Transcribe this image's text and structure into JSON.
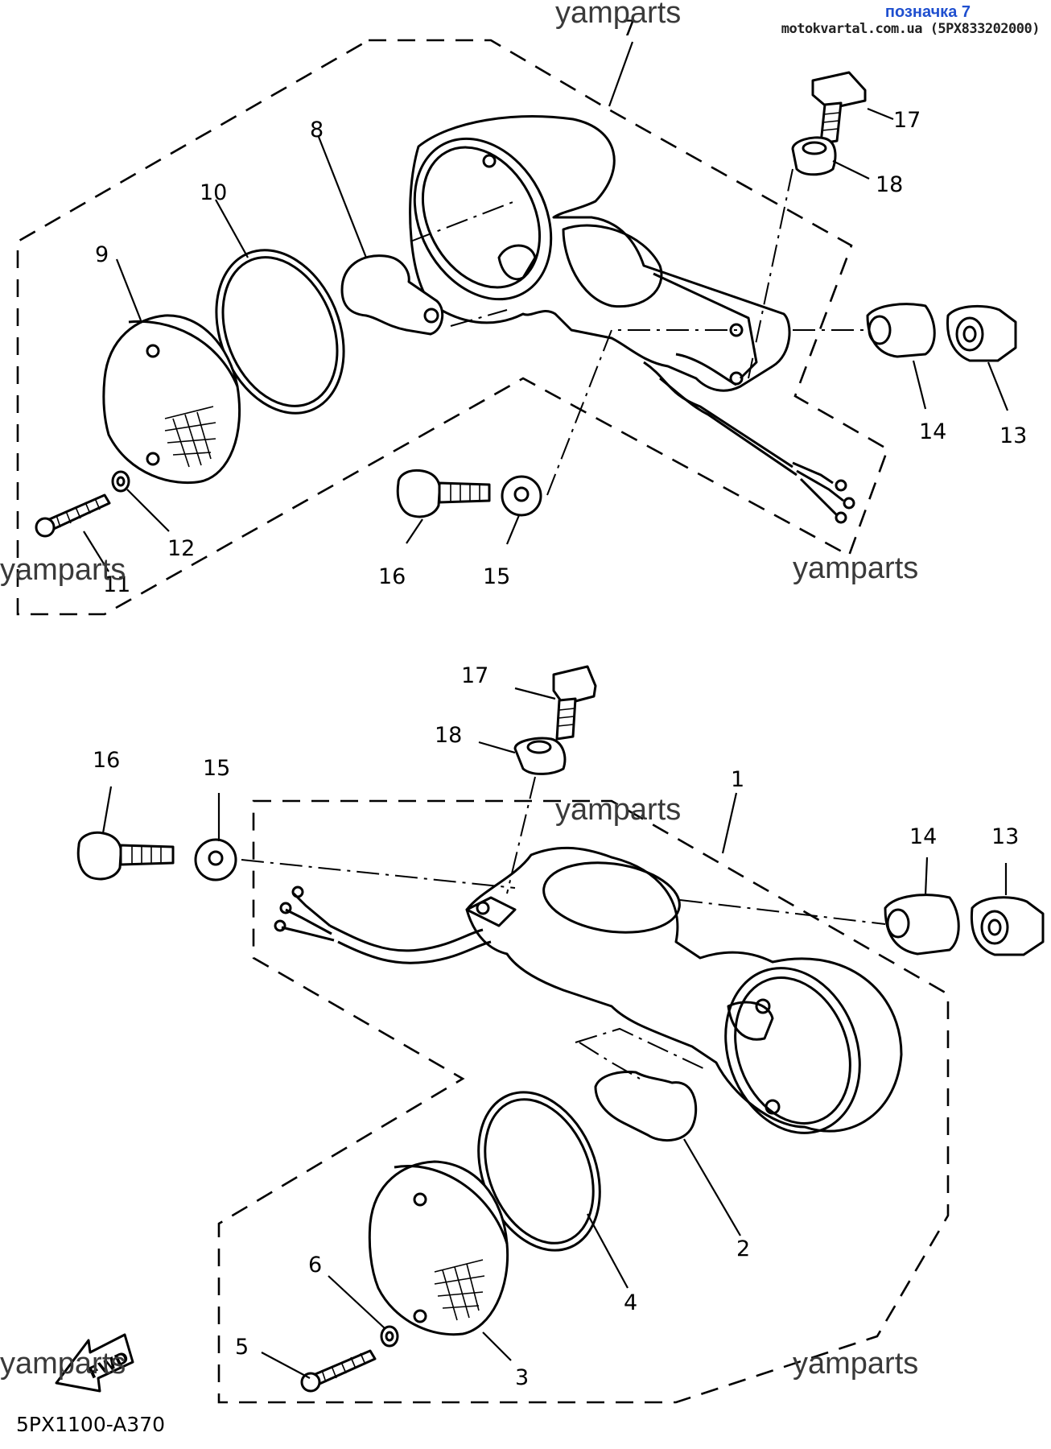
{
  "header": {
    "badge": "позначка 7",
    "site": "motokvartal.com.ua (5PX833202000)"
  },
  "watermark": "yamparts",
  "diagram_code": "5PX1100-A370",
  "fwd_label": "FWD",
  "callouts_top": [
    "7",
    "8",
    "9",
    "10",
    "11",
    "12",
    "13",
    "14",
    "15",
    "16",
    "17",
    "18"
  ],
  "callouts_bottom": [
    "1",
    "2",
    "3",
    "4",
    "5",
    "6",
    "13",
    "14",
    "15",
    "16",
    "17",
    "18"
  ]
}
